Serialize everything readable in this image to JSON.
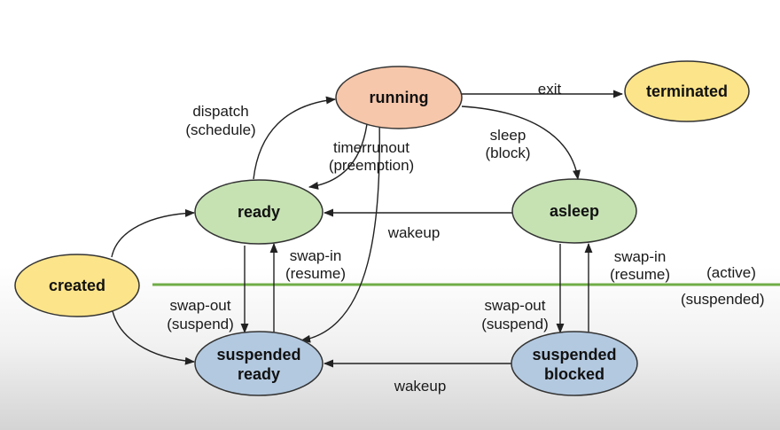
{
  "colors": {
    "running_fill": "#f7c7ab",
    "terminal_fill": "#fce48a",
    "active_fill": "#c6e2b3",
    "suspended_fill": "#b3c9e0",
    "stroke": "#333333",
    "divider": "#70ad47"
  },
  "states": {
    "running": "running",
    "terminated": "terminated",
    "ready": "ready",
    "asleep": "asleep",
    "created": "created",
    "suspended_ready": [
      "suspended",
      "ready"
    ],
    "suspended_blocked": [
      "suspended",
      "blocked"
    ]
  },
  "edges": {
    "exit": "exit",
    "dispatch": [
      "dispatch",
      "(schedule)"
    ],
    "timerrunout": [
      "timerrunout",
      "(preemption)"
    ],
    "sleep": [
      "sleep",
      "(block)"
    ],
    "wakeup_active": "wakeup",
    "wakeup_suspended": "wakeup",
    "swap_in_left": [
      "swap-in",
      "(resume)"
    ],
    "swap_out_left": [
      "swap-out",
      "(suspend)"
    ],
    "swap_in_right": [
      "swap-in",
      "(resume)"
    ],
    "swap_out_right": [
      "swap-out",
      "(suspend)"
    ]
  },
  "modes": {
    "active": "(active)",
    "suspended": "(suspended)"
  }
}
